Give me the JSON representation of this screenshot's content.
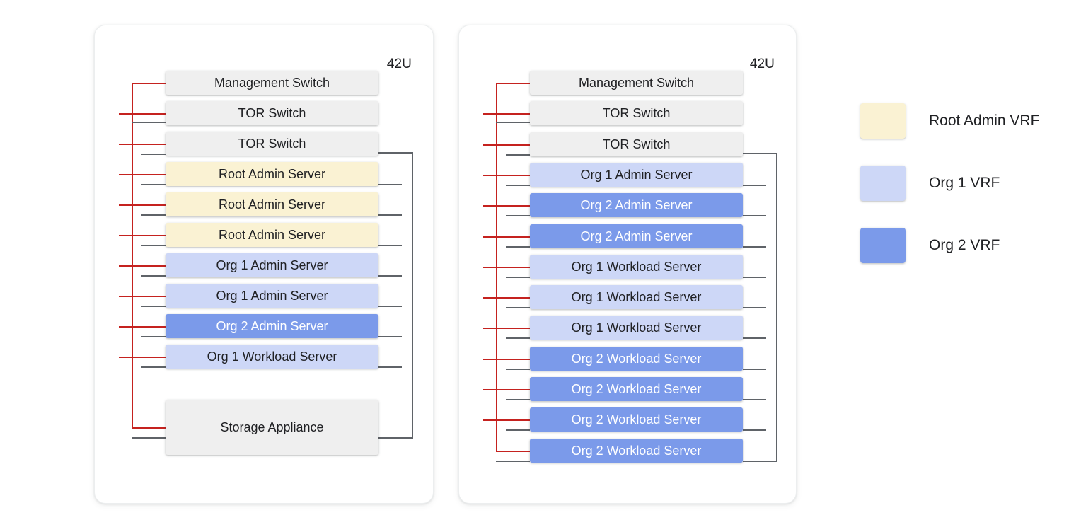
{
  "diagram": {
    "title": "Two-rack datacenter VRF allocation diagram",
    "colors": {
      "root_admin_vrf": "#faf2d3",
      "org1_vrf": "#cdd7f7",
      "org2_vrf": "#7b9aea",
      "infrastructure": "#efefef",
      "power_cable": "#c5221f",
      "network_cable": "#5f6368"
    }
  },
  "racks": [
    {
      "id": "rack-1",
      "unit_label": "42U",
      "devices": [
        {
          "label": "Management Switch",
          "type": "grey"
        },
        {
          "label": "TOR Switch",
          "type": "grey"
        },
        {
          "label": "TOR Switch",
          "type": "grey"
        },
        {
          "label": "Root Admin Server",
          "type": "root"
        },
        {
          "label": "Root Admin Server",
          "type": "root"
        },
        {
          "label": "Root Admin Server",
          "type": "root"
        },
        {
          "label": "Org 1 Admin Server",
          "type": "org1"
        },
        {
          "label": "Org 1 Admin Server",
          "type": "org1"
        },
        {
          "label": "Org 2 Admin Server",
          "type": "org2"
        },
        {
          "label": "Org 1 Workload Server",
          "type": "org1"
        },
        {
          "label": "Storage Appliance",
          "type": "grey"
        }
      ]
    },
    {
      "id": "rack-2",
      "unit_label": "42U",
      "devices": [
        {
          "label": "Management Switch",
          "type": "grey"
        },
        {
          "label": "TOR Switch",
          "type": "grey"
        },
        {
          "label": "TOR Switch",
          "type": "grey"
        },
        {
          "label": "Org 1 Admin Server",
          "type": "org1"
        },
        {
          "label": "Org 2 Admin Server",
          "type": "org2"
        },
        {
          "label": "Org 2 Admin Server",
          "type": "org2"
        },
        {
          "label": "Org 1 Workload Server",
          "type": "org1"
        },
        {
          "label": "Org 1 Workload Server",
          "type": "org1"
        },
        {
          "label": "Org 1 Workload Server",
          "type": "org1"
        },
        {
          "label": "Org 2 Workload Server",
          "type": "org2"
        },
        {
          "label": "Org 2 Workload Server",
          "type": "org2"
        },
        {
          "label": "Org 2 Workload Server",
          "type": "org2"
        },
        {
          "label": "Org 2 Workload Server",
          "type": "org2"
        }
      ]
    }
  ],
  "legend": {
    "items": [
      {
        "label": "Root Admin VRF",
        "color": "#faf2d3",
        "swatch": "root-admin-vrf-swatch"
      },
      {
        "label": "Org 1 VRF",
        "color": "#cdd7f7",
        "swatch": "org1-vrf-swatch"
      },
      {
        "label": "Org 2 VRF",
        "color": "#7b9aea",
        "swatch": "org2-vrf-swatch"
      }
    ]
  }
}
